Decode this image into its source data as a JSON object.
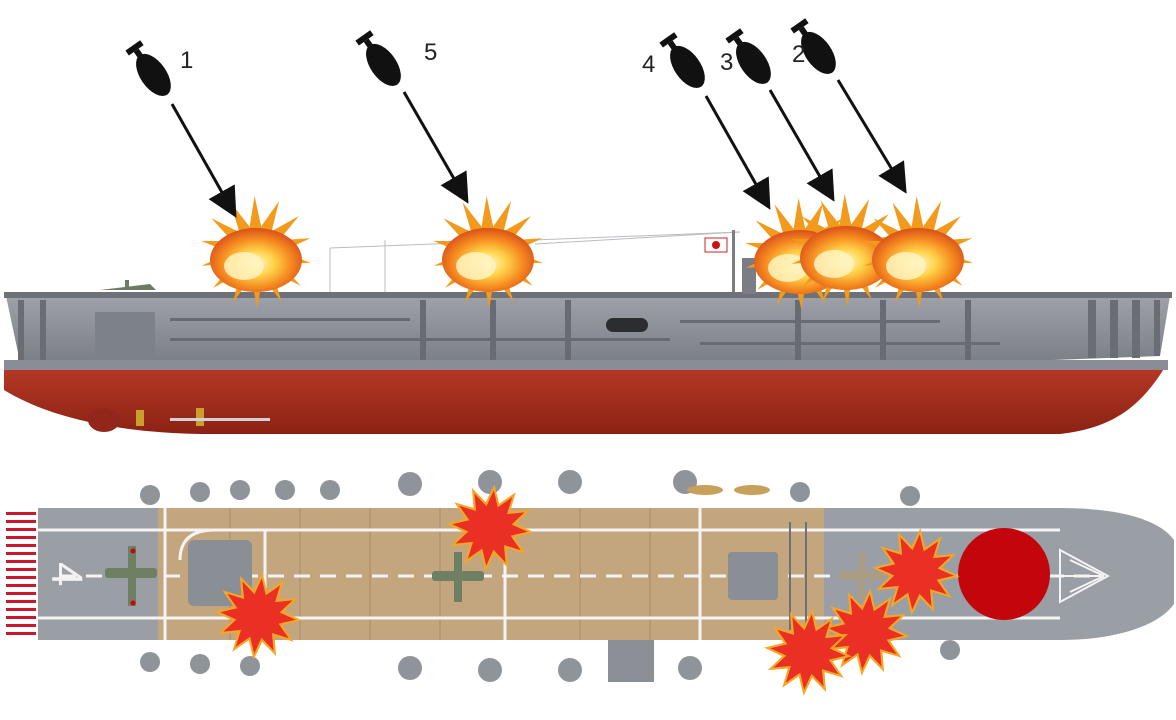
{
  "diagram": {
    "bombs": [
      {
        "label": "1"
      },
      {
        "label": "5"
      },
      {
        "label": "4"
      },
      {
        "label": "3"
      },
      {
        "label": "2"
      }
    ],
    "deck_marking": "4",
    "colors": {
      "hull_red": "#a5291b",
      "hull_grey": "#8a8d93",
      "deck_wood": "#c8a57a",
      "deck_grey": "#9a9ea5",
      "hinomaru": "#c3060b",
      "explosion_red": "#ea2f24",
      "explosion_orange": "#f5a623"
    }
  }
}
